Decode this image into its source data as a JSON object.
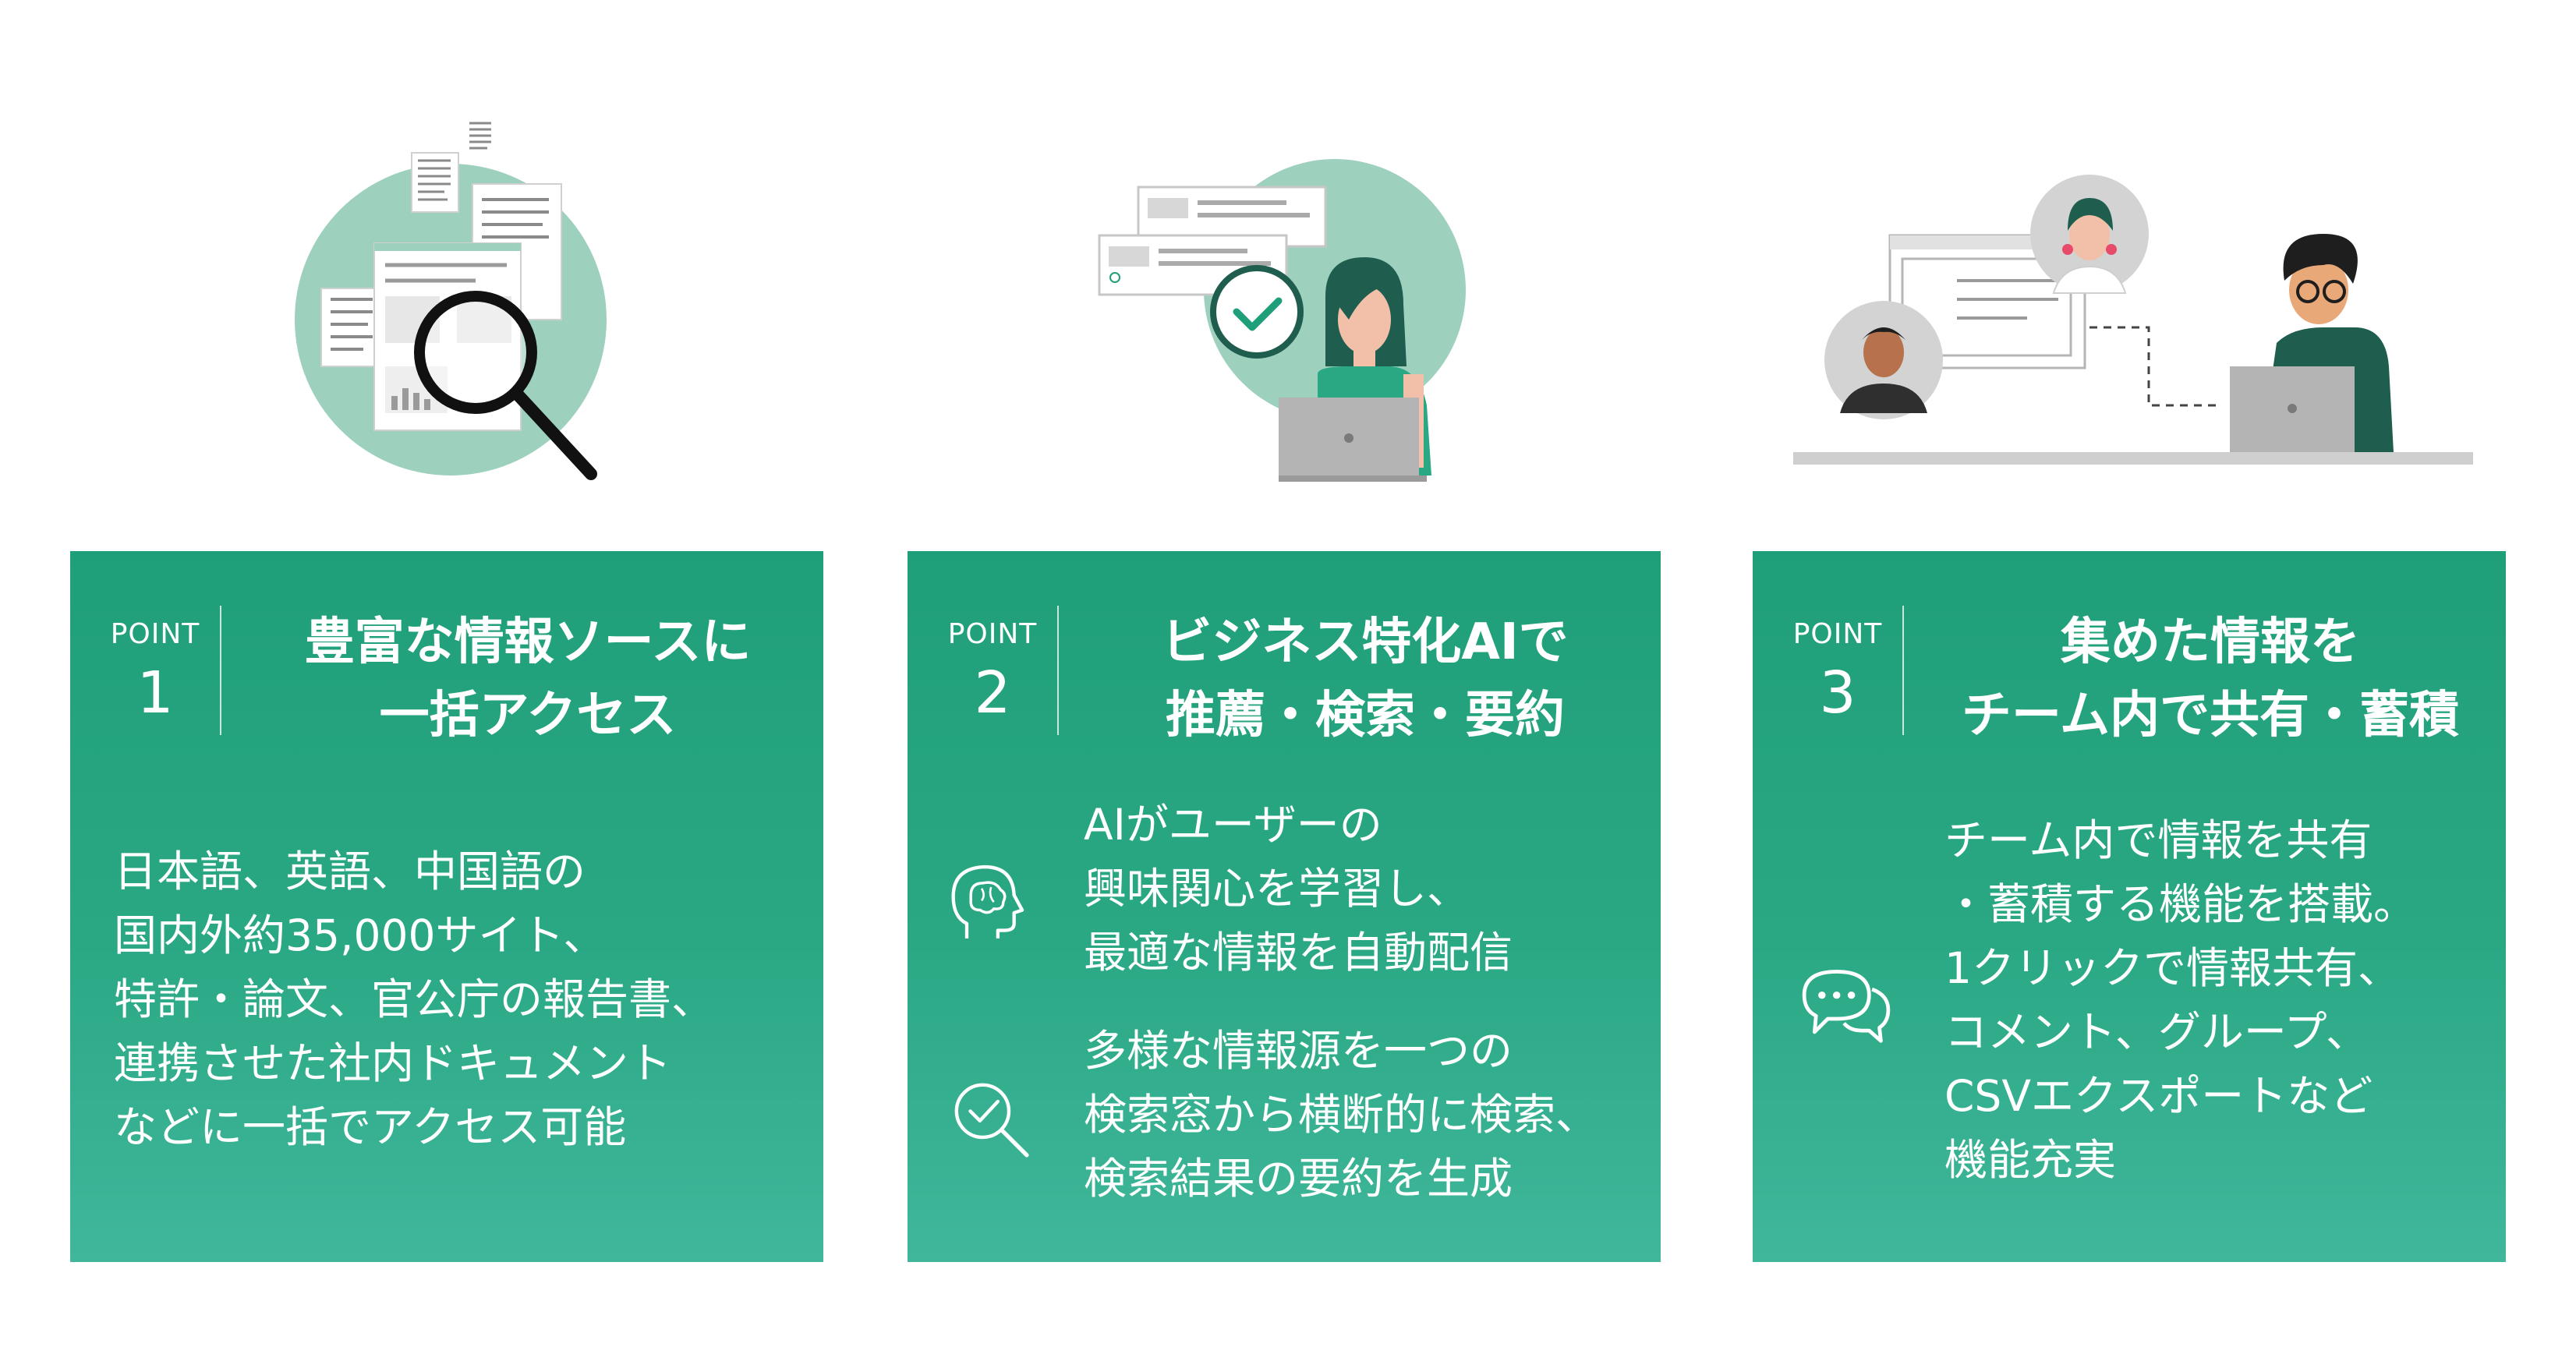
{
  "points": [
    {
      "label": "POINT",
      "number": "1",
      "title_line1": "豊富な情報ソースに",
      "title_line2": "一括アクセス",
      "body_lines": [
        "日本語、英語、中国語の",
        "国内外約35,000サイト、",
        "特許・論文、官公庁の報告書、",
        "連携させた社内ドキュメント",
        "などに一括でアクセス可能"
      ]
    },
    {
      "label": "POINT",
      "number": "2",
      "title_line1": "ビジネス特化AIで",
      "title_line2": "推薦・検索・要約",
      "features": [
        {
          "icon": "brain-head-icon",
          "lines": [
            "AIがユーザーの",
            "興味関心を学習し、",
            "最適な情報を自動配信"
          ]
        },
        {
          "icon": "search-check-icon",
          "lines": [
            "多様な情報源を一つの",
            "検索窓から横断的に検索、",
            "検索結果の要約を生成"
          ]
        }
      ]
    },
    {
      "label": "POINT",
      "number": "3",
      "title_line1": "集めた情報を",
      "title_line2": "チーム内で共有・蓄積",
      "icon": "chat-bubbles-icon",
      "body_lines": [
        "チーム内で情報を共有",
        "・蓄積する機能を搭載。",
        "1クリックで情報共有、",
        "コメント、グループ、",
        "CSVエクスポートなど",
        "機能充実"
      ]
    }
  ],
  "colors": {
    "card_green": "#1f9f79",
    "card_green_light": "#40b79b",
    "illustration_mint": "#9dd1bd",
    "dark_teal": "#1f5d4f"
  }
}
